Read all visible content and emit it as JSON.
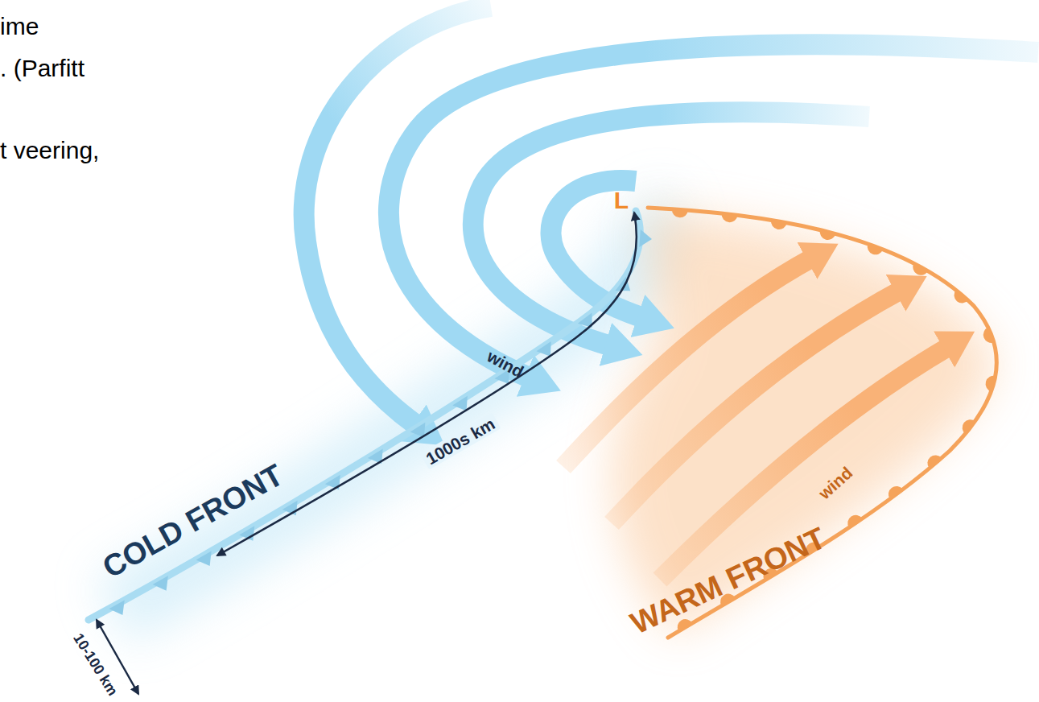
{
  "diagram": {
    "labels": [
      "ime",
      ". (Parfitt",
      "t veering,",
      "L",
      "wind",
      "1000s km",
      "COLD FRONT",
      "wind",
      "WARM FRONT",
      "10-100 km"
    ]
  }
}
